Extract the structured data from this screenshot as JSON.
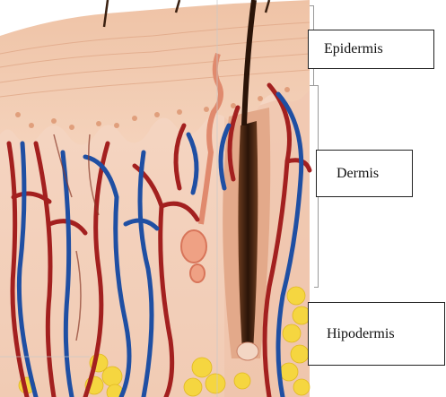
{
  "labels": {
    "epidermis": "Epidermis",
    "dermis": "Dermis",
    "hipodermis": "Hipodermis"
  },
  "colors": {
    "epidermis": "#f2c7ad",
    "dermis": "#f6d8c6",
    "artery": "#a3201f",
    "vein": "#1f4fa3",
    "fat": "#f5d640",
    "hair": "#3a2010"
  }
}
